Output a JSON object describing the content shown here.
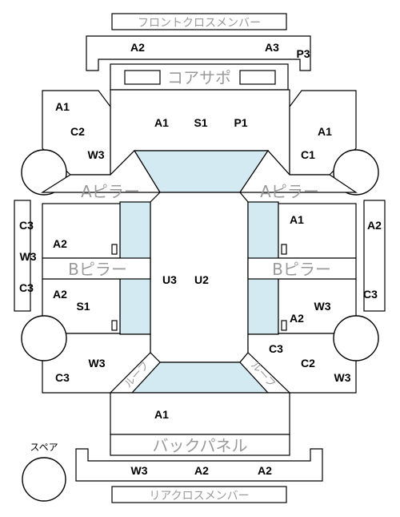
{
  "labels": {
    "front_cross": "フロントクロスメンバー",
    "core_support": "コアサポ",
    "a_pillar": "Aピラー",
    "b_pillar": "Bピラー",
    "back_panel": "バックパネル",
    "rear_cross": "リアクロスメンバー",
    "spare": "スペア",
    "roof": "ルーフ"
  },
  "codes": {
    "front_member_left": "A2",
    "front_member_right": "A3",
    "front_member_end": "P3",
    "front_left_a": "A1",
    "front_left_b": "C2",
    "front_left_c": "W3",
    "hood_a": "A1",
    "hood_b": "S1",
    "hood_c": "P1",
    "front_right_a": "A1",
    "front_right_b": "C1",
    "left_side_top": "C3",
    "left_side_mid": "W3",
    "left_side_bottom": "C3",
    "right_side_top": "A2",
    "right_side_bottom": "C3",
    "left_front_door": "A2",
    "left_rear_door_a": "A2",
    "left_rear_door_b": "S1",
    "right_front_door": "A1",
    "right_rear_door_a": "W3",
    "right_rear_door_b": "A2",
    "roof_a": "U3",
    "roof_b": "U2",
    "rear_left_a": "W3",
    "rear_left_b": "C3",
    "rear_right_a": "C3",
    "rear_right_b": "C2",
    "rear_right_c": "W3",
    "trunk": "A1",
    "rear_member_a": "W3",
    "rear_member_b": "A2",
    "rear_member_c": "A2"
  }
}
